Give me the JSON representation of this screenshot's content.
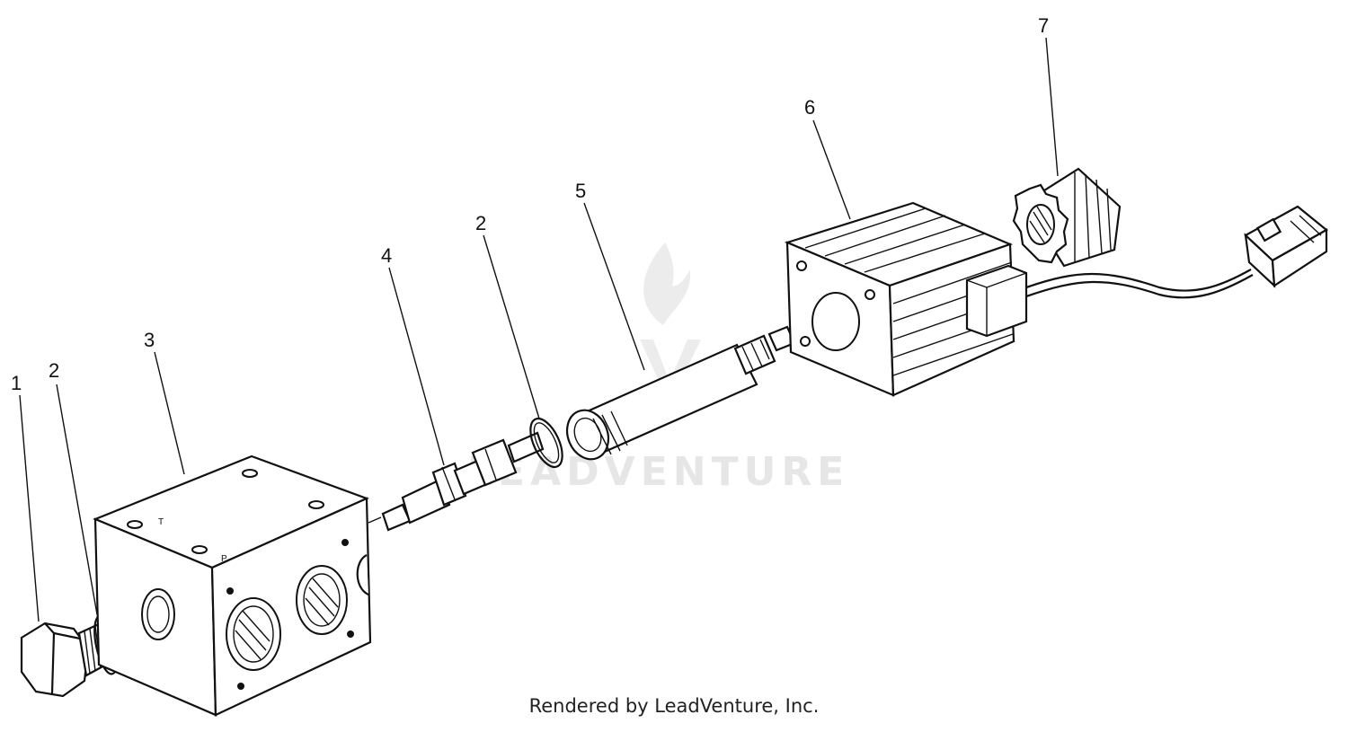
{
  "diagram": {
    "callouts": [
      {
        "id": "c1",
        "label": "1"
      },
      {
        "id": "c2a",
        "label": "2"
      },
      {
        "id": "c3",
        "label": "3"
      },
      {
        "id": "c4",
        "label": "4"
      },
      {
        "id": "c2b",
        "label": "2"
      },
      {
        "id": "c5",
        "label": "5"
      },
      {
        "id": "c6",
        "label": "6"
      },
      {
        "id": "c7",
        "label": "7"
      }
    ],
    "watermark_text": "LEADVENTURE",
    "footer_credit": "Rendered by LeadVenture, Inc."
  }
}
